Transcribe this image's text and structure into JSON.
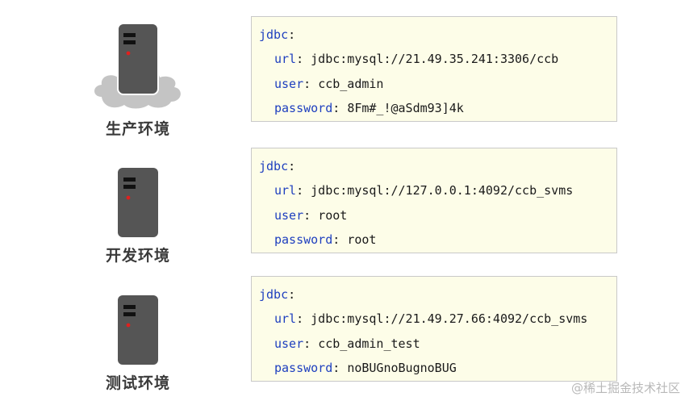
{
  "environments": [
    {
      "label": "生产环境",
      "icon": "server-in-cloud-icon",
      "config": {
        "root_key": "jdbc",
        "url_key": "url",
        "url_value": "jdbc:mysql://21.49.35.241:3306/ccb",
        "user_key": "user",
        "user_value": "ccb_admin",
        "password_key": "password",
        "password_value": "8Fm#_!@aSdm93]4k"
      }
    },
    {
      "label": "开发环境",
      "icon": "server-icon",
      "config": {
        "root_key": "jdbc",
        "url_key": "url",
        "url_value": "jdbc:mysql://127.0.0.1:4092/ccb_svms",
        "user_key": "user",
        "user_value": "root",
        "password_key": "password",
        "password_value": "root"
      }
    },
    {
      "label": "测试环境",
      "icon": "server-icon",
      "config": {
        "root_key": "jdbc",
        "url_key": "url",
        "url_value": "jdbc:mysql://21.49.27.66:4092/ccb_svms",
        "user_key": "user",
        "user_value": "ccb_admin_test",
        "password_key": "password",
        "password_value": "noBUGnoBugnoBUG"
      }
    }
  ],
  "colors": {
    "key": "#1e3fbf",
    "value": "#1a1a1a",
    "box_background": "#fdfde8",
    "server_body": "#555555",
    "server_led": "#e0201e",
    "cloud": "#c4c4c4"
  },
  "watermark": "@稀土掘金技术社区"
}
